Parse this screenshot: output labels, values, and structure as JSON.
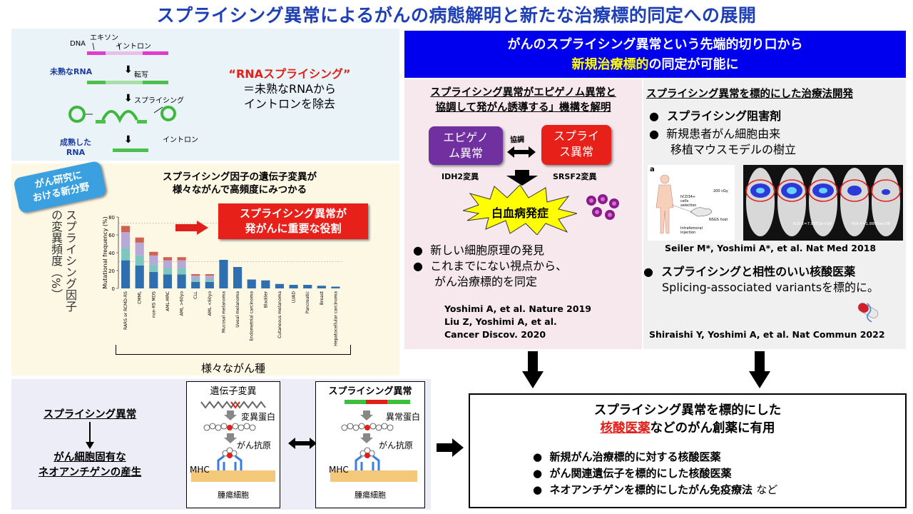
{
  "title": "スプライシング異常によるがんの病態解明と新たな治療標的同定への展開",
  "panelA": {
    "dna": "DNA",
    "exon": "エキソン",
    "intron": "イントロン",
    "immature": "未熟なRNA",
    "transcription": "転写",
    "splicing": "スプライシング",
    "intron2": "イントロン",
    "mature_l1": "成熟した",
    "mature_l2": "RNA",
    "rs_title": "“RNAスプライシング”",
    "rs_l1": "＝未熟なRNAから",
    "rs_l2": "イントロンを除去"
  },
  "panelB": {
    "badge_l1": "がん研究に",
    "badge_l2": "おける新分野",
    "head_l1": "スプライシング因子の遺伝子変異が",
    "head_l2": "様々ながんで高頻度にみつかる",
    "callout_l1": "スプライシング異常が",
    "callout_l2": "発がんに重要な役割",
    "ylabel_jp_l1": "スプライシング因子",
    "ylabel_jp_l2": "の変異頻度（%）",
    "xlabel_jp": "様々ながん種"
  },
  "chart_data": {
    "type": "bar",
    "ylabel": "Mutational frequency (%)",
    "ylim": [
      0,
      80
    ],
    "yticks": [
      0,
      10,
      20,
      30,
      40,
      50,
      60,
      70,
      80
    ],
    "categories": [
      "RARS or RCMD-RS",
      "CMML",
      "non-RS MDS",
      "AML-MRC",
      "AML >60yo",
      "CLL",
      "AML <60yo",
      "Mucosal melanoma",
      "Uveal melanoma",
      "Endometrial carcinoma",
      "Bladder",
      "Cutaneous melanoma",
      "LUAD",
      "Pancreatic",
      "Breast",
      "Hepatocellular carcinoma"
    ],
    "values": [
      70,
      57,
      41,
      35,
      35,
      16,
      16,
      32,
      24,
      10,
      9,
      5,
      4,
      4,
      3,
      2
    ]
  },
  "header": {
    "l1": "がんのスプライシング異常という先端的切り口から",
    "l2_y": "新規治療標的",
    "l2_w": "の同定が可能に"
  },
  "mid": {
    "head_l1": "スプライシング異常がエピゲノム異常と",
    "head_l2": "協調して発がん誘導する」機構を解明",
    "epi_l1": "エピゲノ",
    "epi_l2": "ム異常",
    "spl_l1": "スプライ",
    "spl_l2": "ス異常",
    "coop": "協調",
    "idh2": "IDH2変異",
    "srsf2": "SRSF2変異",
    "leuk": "白血病発症",
    "b1": "新しい細胞原理の発見",
    "b2": "これまでにない視点から、",
    "b2b": "がん治療標的を同定",
    "ref1": "Yoshimi A, et al. Nature 2019",
    "ref2": "Liu Z, Yoshimi A, et al.",
    "ref3": "Cancer Discov. 2020"
  },
  "right": {
    "head": "スプライシング異常を標的にした治療法開発",
    "b1": "スプライシング阻害剤",
    "b2_l1": "新規患者がん細胞由来",
    "b2_l2": "移植マウスモデルの樹立",
    "fig_a": "a",
    "fig_cells": "hCD34+ cells selection",
    "fig_inj": "Intrafemoral injection",
    "fig_nsgs": "NSGS host",
    "fig_rad": "200 cGy",
    "roi1": "ROI 2=7.8353e+08",
    "roi2": "ROI 4=1.8803e+08",
    "ref_seiler": "Seiler M*, Yoshimi A*, et al. Nat Med 2018",
    "b3": "スプライシングと相性のいい核酸医薬",
    "b3b": "Splicing-associated variantsを標的に。",
    "ref_shira": "Shiraishi Y, Yoshimi A, et al. Nat Commun 2022"
  },
  "panelC": {
    "left_l1": "スプライシング異常",
    "left_l2": "がん細胞固有な",
    "left_l3": "ネオアンチゲンの産生",
    "box1_title": "遺伝子変異",
    "box1_prot": "変異蛋白",
    "box1_ag": "がん抗原",
    "box1_mhc": "MHC",
    "box1_cell": "腫瘍細胞",
    "box2_title": "スプライシング異常",
    "box2_prot": "異常蛋白",
    "box2_ag": "がん抗原",
    "box2_mhc": "MHC",
    "box2_cell": "腫瘍細胞"
  },
  "bottom": {
    "l1": "スプライシング異常を標的にした",
    "l2_red": "核酸医薬",
    "l2_rest": "などのがん創薬に有用",
    "b1": "新規がん治療標的に対する核酸医薬",
    "b2": "がん関連遺伝子を標的にした核酸医薬",
    "b3": "ネオアンチゲンを標的にしたがん免疫療法",
    "b3_small": "など"
  }
}
